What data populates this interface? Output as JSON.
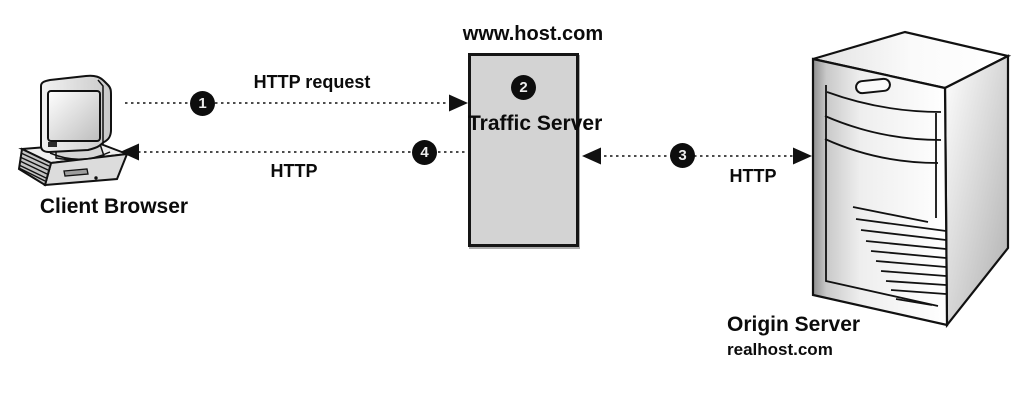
{
  "client": {
    "label": "Client Browser"
  },
  "traffic_server": {
    "hostname": "www.host.com",
    "name": "Traffic Server",
    "step_badge": "2"
  },
  "origin_server": {
    "name": "Origin Server",
    "hostname": "realhost.com"
  },
  "flows": {
    "request": {
      "step_badge": "1",
      "label": "HTTP request"
    },
    "origin_link": {
      "step_badge": "3",
      "label": "HTTP"
    },
    "response": {
      "step_badge": "4",
      "label": "HTTP"
    }
  },
  "colors": {
    "traffic_server_fill": "#d3d3d3",
    "line": "#111111",
    "badge_fill": "#0d0d0d"
  }
}
